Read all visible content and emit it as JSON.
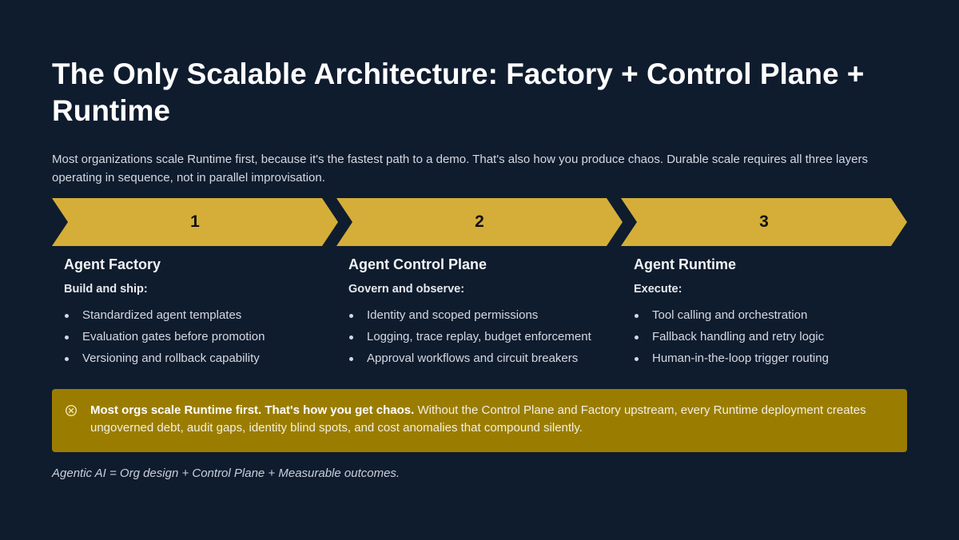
{
  "title": "The Only Scalable Architecture: Factory + Control Plane + Runtime",
  "intro": "Most organizations scale Runtime first, because it's the fastest path to a demo. That's also how you produce chaos. Durable scale requires all three layers operating in sequence, not in parallel improvisation.",
  "accent_color": "#d4ae38",
  "callout_color": "#9a7d00",
  "steps": [
    {
      "number": "1",
      "title": "Agent Factory",
      "subtitle": "Build and ship:",
      "items": [
        "Standardized agent templates",
        "Evaluation gates before promotion",
        "Versioning and rollback capability"
      ]
    },
    {
      "number": "2",
      "title": "Agent Control Plane",
      "subtitle": "Govern and observe:",
      "items": [
        "Identity and scoped permissions",
        "Logging, trace replay, budget enforcement",
        "Approval workflows and circuit breakers"
      ]
    },
    {
      "number": "3",
      "title": "Agent Runtime",
      "subtitle": "Execute:",
      "items": [
        "Tool calling and orchestration",
        "Fallback handling and retry logic",
        "Human-in-the-loop trigger routing"
      ]
    }
  ],
  "callout": {
    "icon": "circle-x-icon",
    "bold": "Most orgs scale Runtime first. That's how you get chaos.",
    "text": " Without the Control Plane and Factory upstream, every Runtime deployment creates ungoverned debt, audit gaps, identity blind spots, and cost anomalies that compound silently."
  },
  "footer": "Agentic AI = Org design + Control Plane + Measurable outcomes."
}
